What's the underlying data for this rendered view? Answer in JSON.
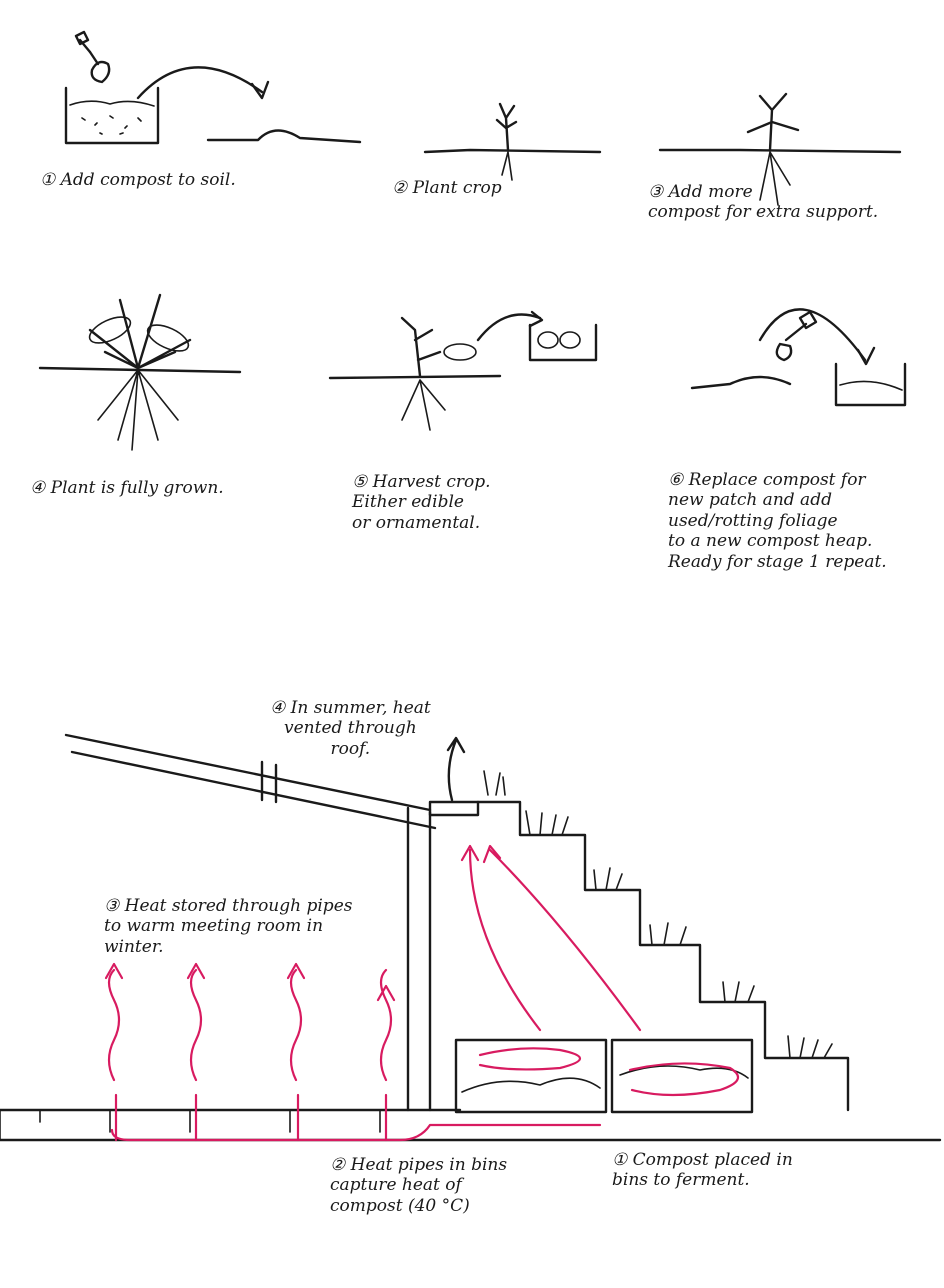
{
  "steps": [
    {
      "label": "① Add compost to soil."
    },
    {
      "label": "② Plant crop"
    },
    {
      "label": "③ Add more\ncompost for extra support."
    },
    {
      "label": "④ Plant is fully grown."
    },
    {
      "label": "⑤ Harvest crop.\nEither edible\nor ornamental."
    },
    {
      "label": "⑥ Replace compost for\nnew patch and add\nused/rotting foliage\nto a new compost heap.\nReady for stage 1 repeat."
    }
  ],
  "section_notes": {
    "heat_roof": "④ In summer, heat\nvented through\nroof.",
    "heat_pipes": "③ Heat stored through pipes\nto warm meeting room in\nwinter.",
    "pipes_capture": "② Heat pipes in bins\ncapture heat of\ncompost (40 °C)",
    "compost_bins": "① Compost placed in\nbins to ferment."
  },
  "colors": {
    "ink": "#1a1a1a",
    "heat": "#d81b60"
  }
}
